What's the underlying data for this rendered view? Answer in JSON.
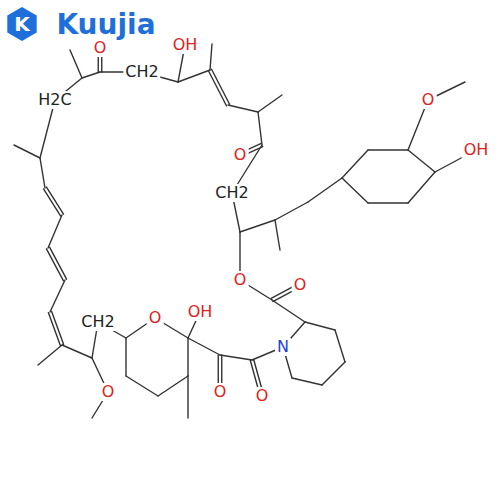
{
  "diagram": {
    "labels": [
      "K",
      "Kuujia",
      "O",
      "CH2",
      "OH",
      "O",
      "H2C",
      "OH",
      "O",
      "CH2",
      "O",
      "O",
      "OH",
      "O",
      "CH2",
      "N",
      "O",
      "O",
      "O"
    ]
  }
}
